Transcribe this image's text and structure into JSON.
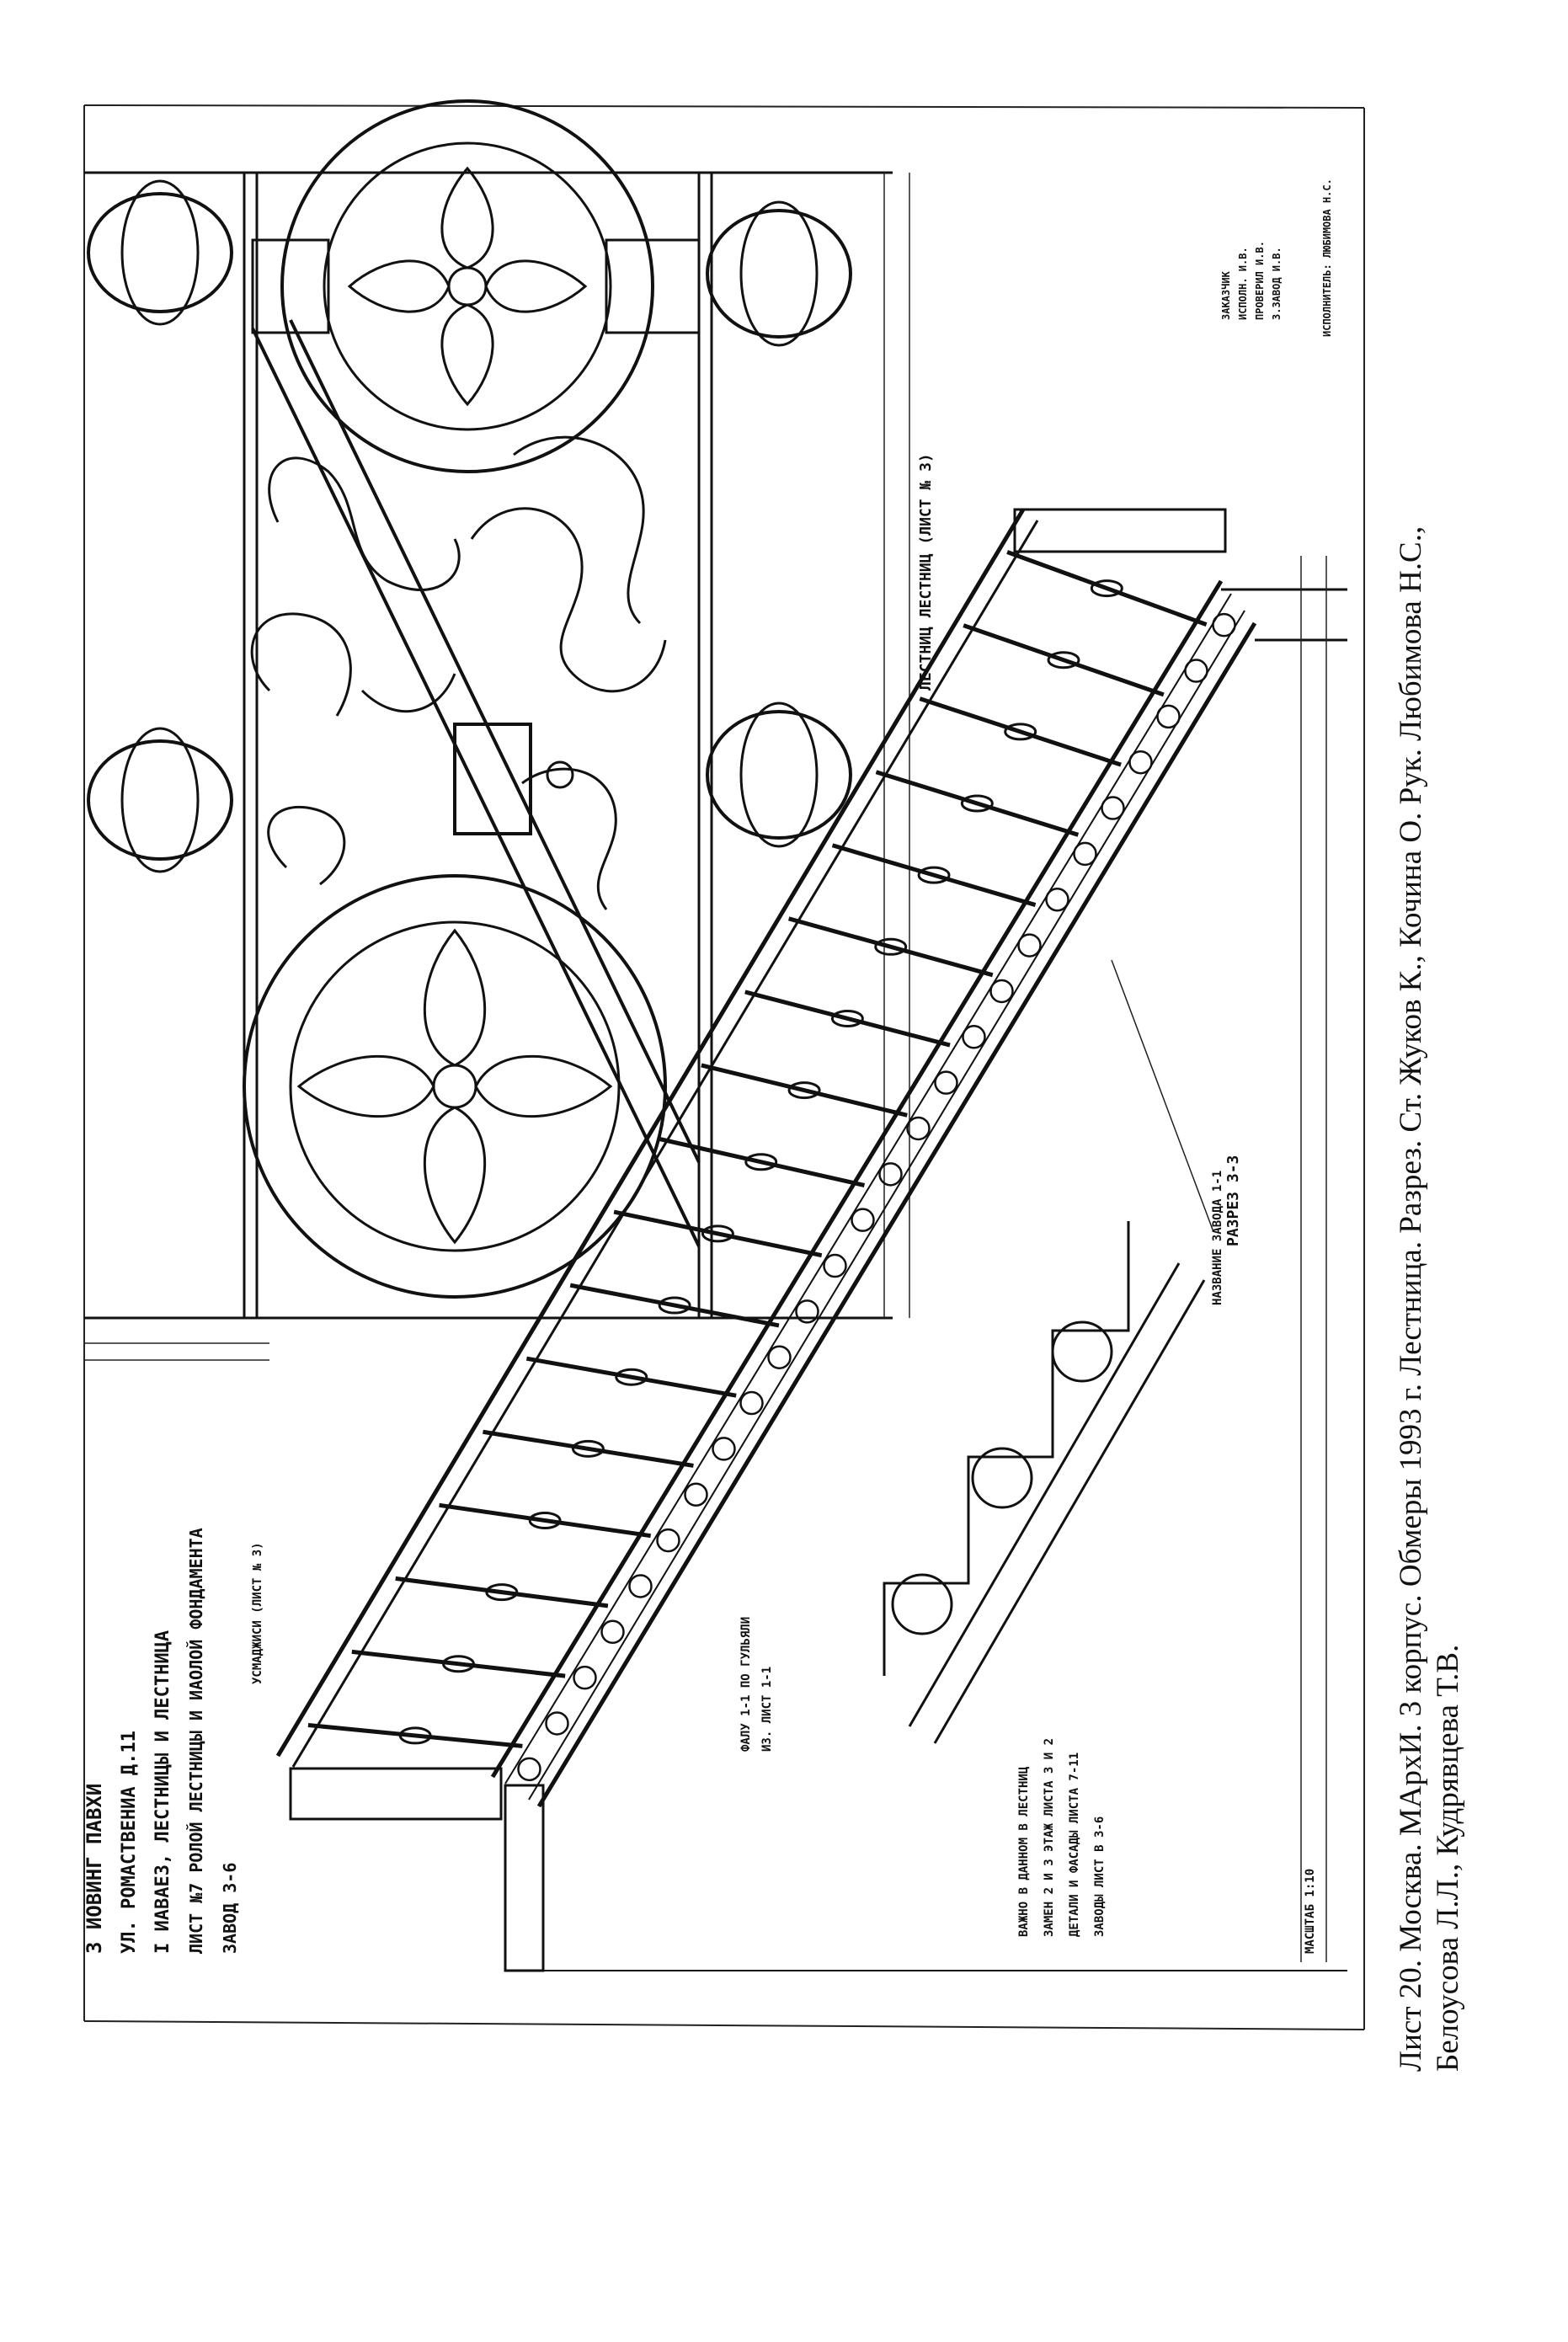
{
  "drawing": {
    "sheet_heading_lines": [
      "З ИОВИНГ ПАВХИ",
      "УЛ. РОМАСТВЕНИА Д.11",
      "I ИАВАЕЗ, ЛЕСТНИЦЫ И ЛЕСТНИЦА",
      "ЛИСТ №7 РОЛОЙ ЛЕСТНИЦЫ И ИАОЛОЙ ФОНДАМЕНТА",
      "ЗАВОД 3-6"
    ],
    "sheet_subtitle": "УСМАДЖИСИ (ЛИСТ № 3)",
    "side_label": "ЛЕСТНИЦ ЛЕСТНИЦ (ЛИСТ № 3)",
    "section_label": "РАЗРЕЗ 3-3",
    "notes": [
      "ВАЖНО В ДАННОМ В ЛЕСТНИЦ",
      "ЗАМЕН 2 И 3 ЭТАЖ ЛИСТА 3 И 2",
      "ДЕТАЛИ И ФАСАДЫ ЛИСТА 7-11",
      "ЗАВОДЫ ЛИСТ В 3-6"
    ],
    "detail_note_lines": [
      "ФАЛУ 1-1 ПО ГУЛЬЯЛИ",
      "ИЗ. ЛИСТ 1-1"
    ],
    "scale_label": "МАСШТАБ 1:10",
    "bottom_scale_label": "НАЗВАНИЕ ЗАВОДА 1-1",
    "stamp_lines": [
      "ЗАКАЗЧИК",
      "ИСПОЛН. И.В.",
      "ПРОВЕРИЛ И.В.",
      "З.ЗАВОД И.В."
    ],
    "executor_label": "ИСПОЛНИТЕЛЬ: ЛЮБИМОВА Н.С."
  },
  "caption": {
    "line1": "Лист 20. Москва. МАрхИ. 3 корпус. Обмеры 1993 г. Лестница. Разрез. Ст. Жуков К., Кочина О. Рук. Любимова Н.С.,",
    "line2": "Белоусова Л.Л., Кудрявцева Т.В."
  }
}
